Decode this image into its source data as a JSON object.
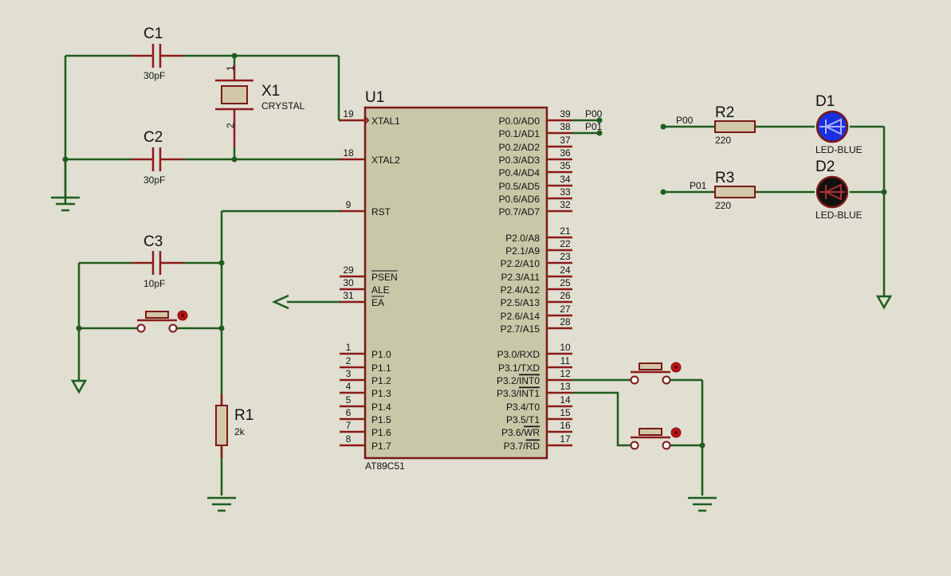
{
  "mcu": {
    "ref": "U1",
    "part": "AT89C51",
    "left_pins": [
      {
        "num": "19",
        "label": "XTAL1",
        "over": false
      },
      {
        "num": "18",
        "label": "XTAL2",
        "over": false
      },
      {
        "num": "9",
        "label": "RST",
        "over": false
      },
      {
        "num": "29",
        "label": "PSEN",
        "over": true
      },
      {
        "num": "30",
        "label": "ALE",
        "over": false
      },
      {
        "num": "31",
        "label": "EA",
        "over": true
      },
      {
        "num": "1",
        "label": "P1.0",
        "over": false
      },
      {
        "num": "2",
        "label": "P1.1",
        "over": false
      },
      {
        "num": "3",
        "label": "P1.2",
        "over": false
      },
      {
        "num": "4",
        "label": "P1.3",
        "over": false
      },
      {
        "num": "5",
        "label": "P1.4",
        "over": false
      },
      {
        "num": "6",
        "label": "P1.5",
        "over": false
      },
      {
        "num": "7",
        "label": "P1.6",
        "over": false
      },
      {
        "num": "8",
        "label": "P1.7",
        "over": false
      }
    ],
    "right_pins": [
      {
        "num": "39",
        "label": "P0.0/AD0"
      },
      {
        "num": "38",
        "label": "P0.1/AD1"
      },
      {
        "num": "37",
        "label": "P0.2/AD2"
      },
      {
        "num": "36",
        "label": "P0.3/AD3"
      },
      {
        "num": "35",
        "label": "P0.4/AD4"
      },
      {
        "num": "34",
        "label": "P0.5/AD5"
      },
      {
        "num": "33",
        "label": "P0.6/AD6"
      },
      {
        "num": "32",
        "label": "P0.7/AD7"
      },
      {
        "num": "21",
        "label": "P2.0/A8"
      },
      {
        "num": "22",
        "label": "P2.1/A9"
      },
      {
        "num": "23",
        "label": "P2.2/A10"
      },
      {
        "num": "24",
        "label": "P2.3/A11"
      },
      {
        "num": "25",
        "label": "P2.4/A12"
      },
      {
        "num": "26",
        "label": "P2.5/A13"
      },
      {
        "num": "27",
        "label": "P2.6/A14"
      },
      {
        "num": "28",
        "label": "P2.7/A15"
      },
      {
        "num": "10",
        "label": "P3.0/RXD"
      },
      {
        "num": "11",
        "label": "P3.1/TXD"
      },
      {
        "num": "12",
        "label": "P3.2/",
        "over_part": "INT0"
      },
      {
        "num": "13",
        "label": "P3.3/",
        "over_part": "INT1"
      },
      {
        "num": "14",
        "label": "P3.4/T0"
      },
      {
        "num": "15",
        "label": "P3.5/T1"
      },
      {
        "num": "16",
        "label": "P3.6/",
        "over_part": "WR"
      },
      {
        "num": "17",
        "label": "P3.7/",
        "over_part": "RD"
      }
    ]
  },
  "components": {
    "c1": {
      "ref": "C1",
      "value": "30pF"
    },
    "c2": {
      "ref": "C2",
      "value": "30pF"
    },
    "c3": {
      "ref": "C3",
      "value": "10pF"
    },
    "x1": {
      "ref": "X1",
      "value": "CRYSTAL",
      "pin1": "1",
      "pin2": "2"
    },
    "r1": {
      "ref": "R1",
      "value": "2k"
    },
    "r2": {
      "ref": "R2",
      "value": "220"
    },
    "r3": {
      "ref": "R3",
      "value": "220"
    },
    "d1": {
      "ref": "D1",
      "value": "LED-BLUE"
    },
    "d2": {
      "ref": "D2",
      "value": "LED-BLUE"
    }
  },
  "net_labels": {
    "p00_pin": "P00",
    "p01_pin": "P01",
    "p00_led": "P00",
    "p01_led": "P01"
  },
  "colors": {
    "background": "#e0dfd1",
    "wire": "#1f5c1f",
    "pin": "#8b1a1a",
    "body": "#c8c8a8",
    "led_on": "#1a2fe0",
    "led_off": "#111111"
  }
}
